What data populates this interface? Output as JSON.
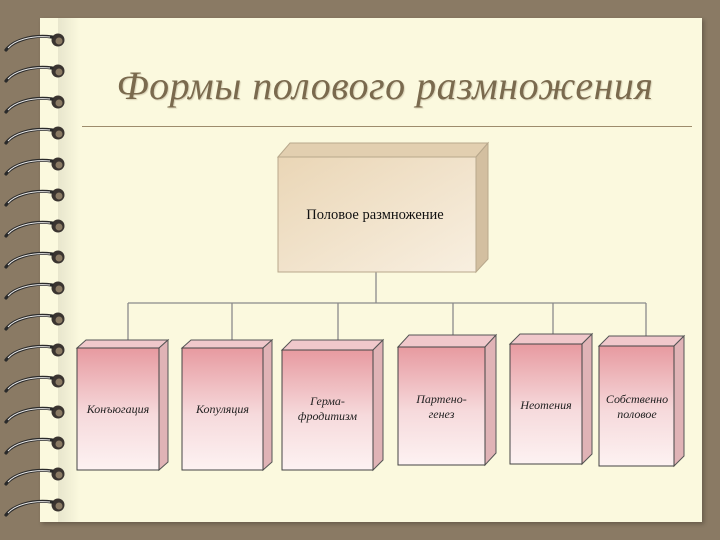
{
  "title": "Формы полового размножения",
  "root": {
    "label": "Половое размножение"
  },
  "children": [
    {
      "label": "Конъюгация"
    },
    {
      "label": "Копуляция"
    },
    {
      "label": "Герма-\nфродитизм"
    },
    {
      "label": "Партено-\nгенез"
    },
    {
      "label": "Неотения"
    },
    {
      "label": "Собственно\nполовое"
    }
  ],
  "colors": {
    "background": "#8a7a64",
    "page": "#fbf9de",
    "root_box": "#f0e2c4",
    "child_box": "#efcfd1",
    "connector": "#8a8a8a"
  }
}
